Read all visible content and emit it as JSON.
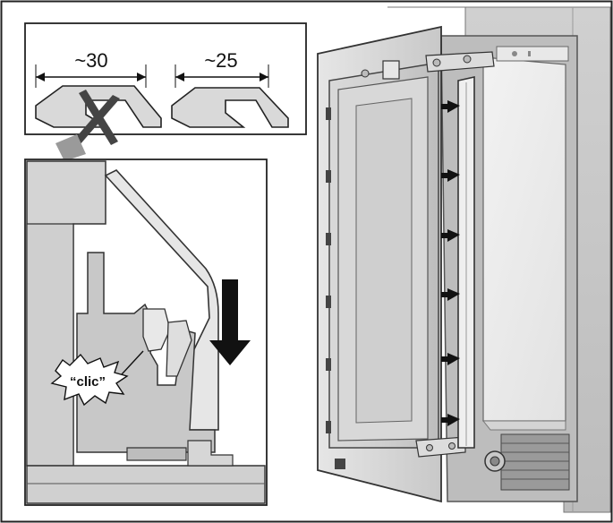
{
  "figure": {
    "labels": {
      "width_wrong": "~30",
      "width_right": "~25",
      "sound": "“clic”"
    }
  }
}
